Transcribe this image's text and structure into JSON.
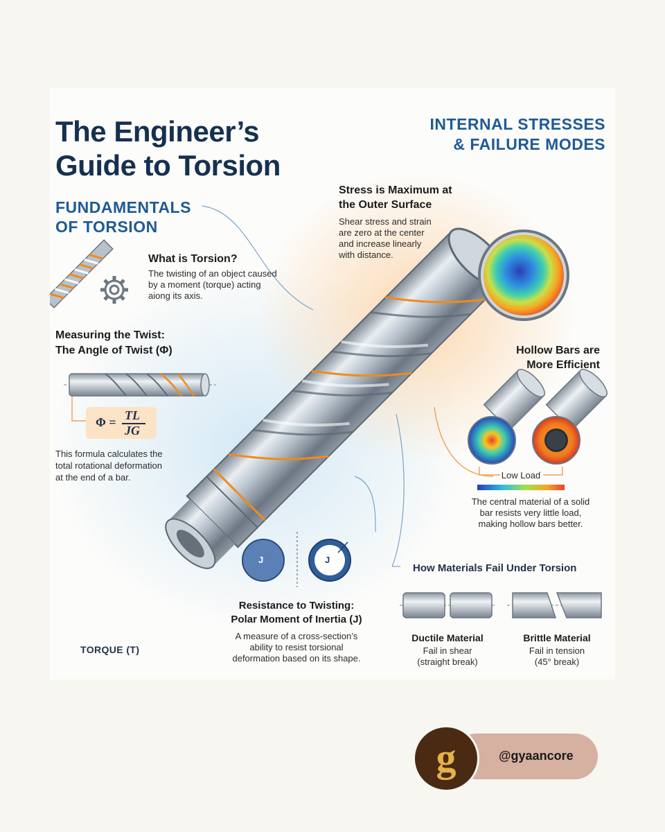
{
  "title_line1": "The Engineer’s",
  "title_line2": "Guide to Torsion",
  "fundamentals_line1": "FUNDAMENTALS",
  "fundamentals_line2": "OF TORSION",
  "internal_line1": "INTERNAL STRESSES",
  "internal_line2": "& FAILURE MODES",
  "what_is": {
    "heading": "What is Torsion?",
    "body": [
      "The twisting of an object caused",
      "by a moment (torque) acting",
      "aiong its axis."
    ]
  },
  "measuring": {
    "heading1": "Measuring the Twist:",
    "heading2": "The Angle of Twist (Φ)",
    "formula_lhs": "Φ =",
    "formula_num": "TL",
    "formula_den": "JG",
    "body": [
      "This formula calculates the",
      "total rotational deformation",
      "at the end of a bar."
    ]
  },
  "stress": {
    "heading1": "Stress is Maximum at",
    "heading2": "the Outer Surface",
    "body": [
      "Shear stress and strain",
      "are zero at the center",
      "and increase linearly",
      "with distance."
    ]
  },
  "hollow": {
    "heading1": "Hollow Bars are",
    "heading2": "More Efficient",
    "legend": "Low Load",
    "body": [
      "The central material of a solid",
      "bar resists very little load,",
      "making hollow bars better."
    ]
  },
  "polar": {
    "j_label": "J",
    "heading1": "Resistance to Twisting:",
    "heading2": "Polar Moment of Inertia (J)",
    "body": [
      "A measure of a cross-section’s",
      "ability to resist torsional",
      "deformation based on its shape."
    ]
  },
  "torque_label": "TORQUE (T)",
  "failure": {
    "heading": "How Materials Fail Under Torsion",
    "ductile_title": "Ductile Material",
    "ductile_body": [
      "Fail in shear",
      "(straight break)"
    ],
    "brittle_title": "Brittle Material",
    "brittle_body": [
      "Fail in tension",
      "(45° break)"
    ]
  },
  "handle": "@gyaancore",
  "colors": {
    "title_navy": "#16304f",
    "heading_blue": "#1f5a94",
    "accent_orange": "#f08a1c",
    "steel": "#b8c2cc",
    "logo_brown": "#4a2a12",
    "pill": "#d6b0a0"
  }
}
